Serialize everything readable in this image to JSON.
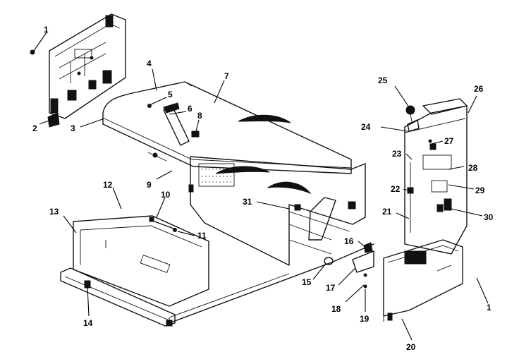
{
  "callouts": [
    {
      "id": "c1a",
      "text": "1"
    },
    {
      "id": "c2",
      "text": "2"
    },
    {
      "id": "c3",
      "text": "3"
    },
    {
      "id": "c4",
      "text": "4"
    },
    {
      "id": "c5",
      "text": "5"
    },
    {
      "id": "c6",
      "text": "6"
    },
    {
      "id": "c7",
      "text": "7"
    },
    {
      "id": "c8",
      "text": "8"
    },
    {
      "id": "c9",
      "text": "9"
    },
    {
      "id": "c10",
      "text": "10"
    },
    {
      "id": "c11",
      "text": "11"
    },
    {
      "id": "c12",
      "text": "12"
    },
    {
      "id": "c13",
      "text": "13"
    },
    {
      "id": "c14",
      "text": "14"
    },
    {
      "id": "c15",
      "text": "15"
    },
    {
      "id": "c16",
      "text": "16"
    },
    {
      "id": "c17",
      "text": "17"
    },
    {
      "id": "c18",
      "text": "18"
    },
    {
      "id": "c19",
      "text": "19"
    },
    {
      "id": "c20",
      "text": "20"
    },
    {
      "id": "c21",
      "text": "21"
    },
    {
      "id": "c22",
      "text": "22"
    },
    {
      "id": "c23",
      "text": "23"
    },
    {
      "id": "c24",
      "text": "24"
    },
    {
      "id": "c25",
      "text": "25"
    },
    {
      "id": "c26",
      "text": "26"
    },
    {
      "id": "c27",
      "text": "27"
    },
    {
      "id": "c28",
      "text": "28"
    },
    {
      "id": "c29",
      "text": "29"
    },
    {
      "id": "c30",
      "text": "30"
    },
    {
      "id": "c31",
      "text": "31"
    },
    {
      "id": "c1b",
      "text": "1"
    }
  ]
}
